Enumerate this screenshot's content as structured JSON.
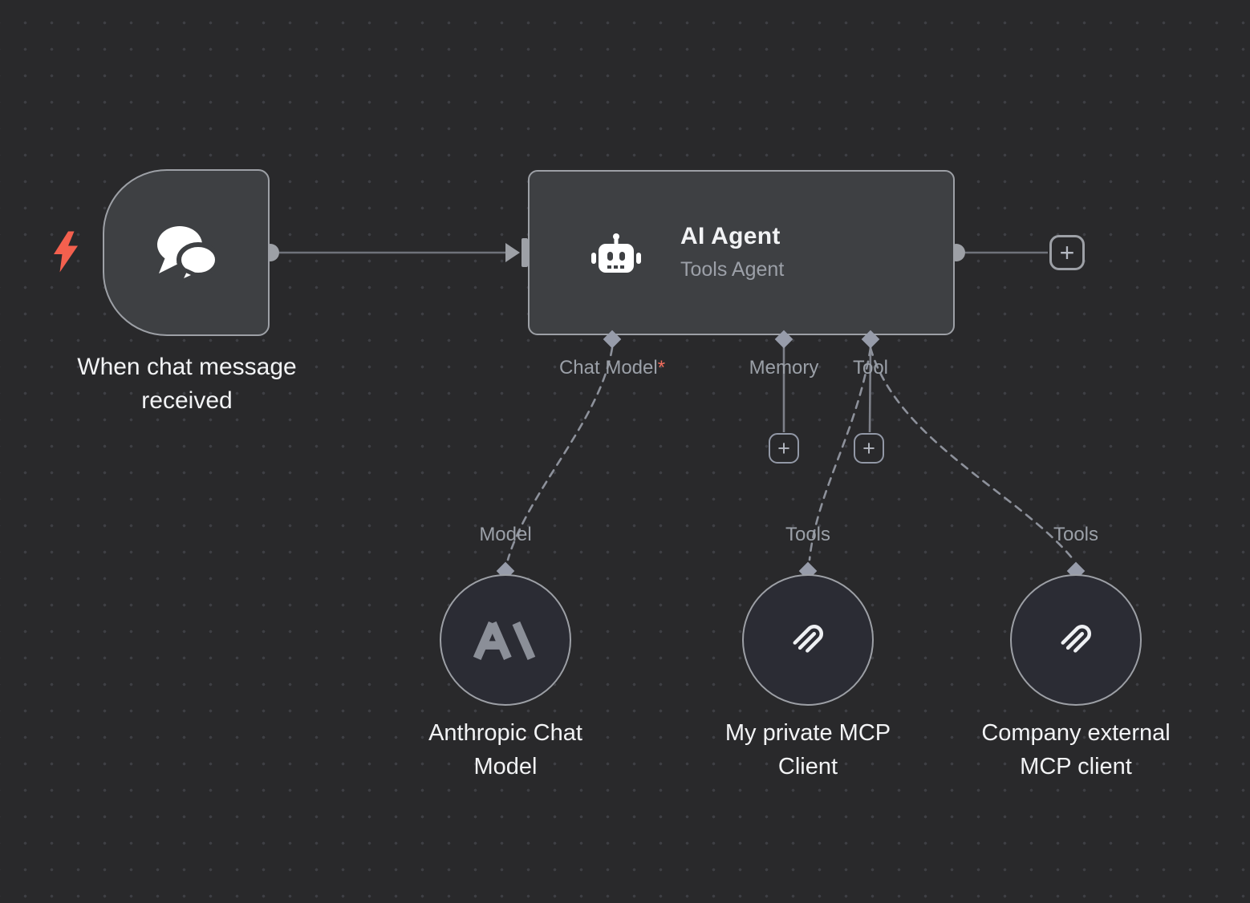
{
  "workflow": {
    "trigger": {
      "label": "When chat message received"
    },
    "agent": {
      "title": "AI Agent",
      "subtitle": "Tools Agent",
      "ports": [
        {
          "label": "Chat Model",
          "required_marker": "*"
        },
        {
          "label": "Memory",
          "required_marker": ""
        },
        {
          "label": "Tool",
          "required_marker": ""
        }
      ]
    },
    "anthropic": {
      "port_label": "Model",
      "label": "Anthropic Chat Model"
    },
    "mcp_private": {
      "port_label": "Tools",
      "label": "My private MCP Client"
    },
    "mcp_company": {
      "port_label": "Tools",
      "label": "Company external MCP client"
    }
  },
  "icons": {
    "plus": "+",
    "trigger_bolt": "lightning-bolt",
    "trigger_node_icon": "chat-bubbles",
    "agent_node_icon": "robot",
    "anthropic_logo": "anthropic-mark",
    "mcp_logo": "mcp-paperclip-mark"
  },
  "colors": {
    "canvas_bg": "#29292b",
    "node_fill": "#3e4043",
    "round_node_fill": "#2b2c34",
    "node_border": "#9da0a6",
    "wire": "#6f727a",
    "dashed_wire": "#8d919b",
    "text_primary": "#f2f3f5",
    "text_secondary": "#9ba0a8",
    "accent_red": "#f36d5d"
  }
}
